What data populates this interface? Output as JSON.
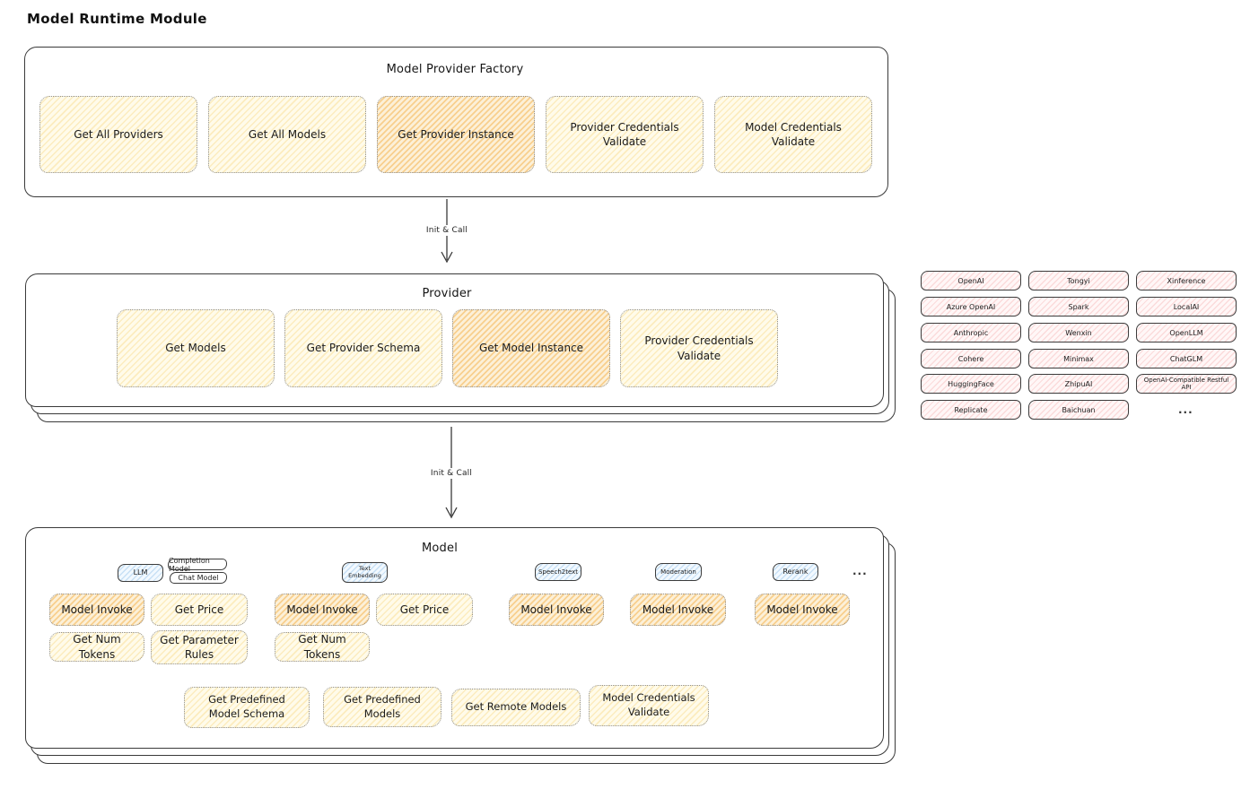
{
  "page_title": "Model Runtime Module",
  "colors": {
    "yellow_fill": "#fffbea",
    "yellow_hatch": "#f6c95b",
    "orange_hatch": "#f29914",
    "pink_fill": "#fff7f7",
    "pink_hatch": "#ee7878",
    "blue_fill": "#f2f9ff",
    "blue_hatch": "#5aa0dc",
    "border_dark": "#3a3a3a"
  },
  "factory": {
    "title": "Model Provider Factory",
    "boxes": [
      "Get All Providers",
      "Get All Models",
      "Get Provider Instance",
      "Provider Credentials Validate",
      "Model Credentials Validate"
    ]
  },
  "arrow1": {
    "label": "Init & Call"
  },
  "provider": {
    "title": "Provider",
    "boxes": [
      "Get Models",
      "Get Provider Schema",
      "Get Model Instance",
      "Provider Credentials Validate"
    ]
  },
  "providers_grid": {
    "items": [
      "OpenAI",
      "Tongyi",
      "Xinference",
      "Azure OpenAI",
      "Spark",
      "LocalAI",
      "Anthropic",
      "Wenxin",
      "OpenLLM",
      "Cohere",
      "Minimax",
      "ChatGLM",
      "HuggingFace",
      "ZhipuAI",
      "OpenAI-Compatible Restful API",
      "Replicate",
      "Baichuan"
    ],
    "ellipsis": "..."
  },
  "arrow2": {
    "label": "Init & Call"
  },
  "model": {
    "title": "Model",
    "tags": {
      "llm": "LLM",
      "completion_model": "Completion Model",
      "chat_model": "Chat Model",
      "text_embedding": "Text Embedding",
      "speech2text": "Speech2text",
      "moderation": "Moderation",
      "rerank": "Rerank",
      "ellipsis": "..."
    },
    "llm_ops": [
      "Model Invoke",
      "Get Price",
      "Get Num Tokens",
      "Get Parameter Rules"
    ],
    "embedding_ops": [
      "Model Invoke",
      "Get Price",
      "Get Num Tokens"
    ],
    "speech2text_ops": [
      "Model Invoke"
    ],
    "moderation_ops": [
      "Model Invoke"
    ],
    "rerank_ops": [
      "Model Invoke"
    ],
    "bottom_ops": [
      "Get Predefined Model Schema",
      "Get Predefined Models",
      "Get Remote Models",
      "Model Credentials Validate"
    ]
  }
}
